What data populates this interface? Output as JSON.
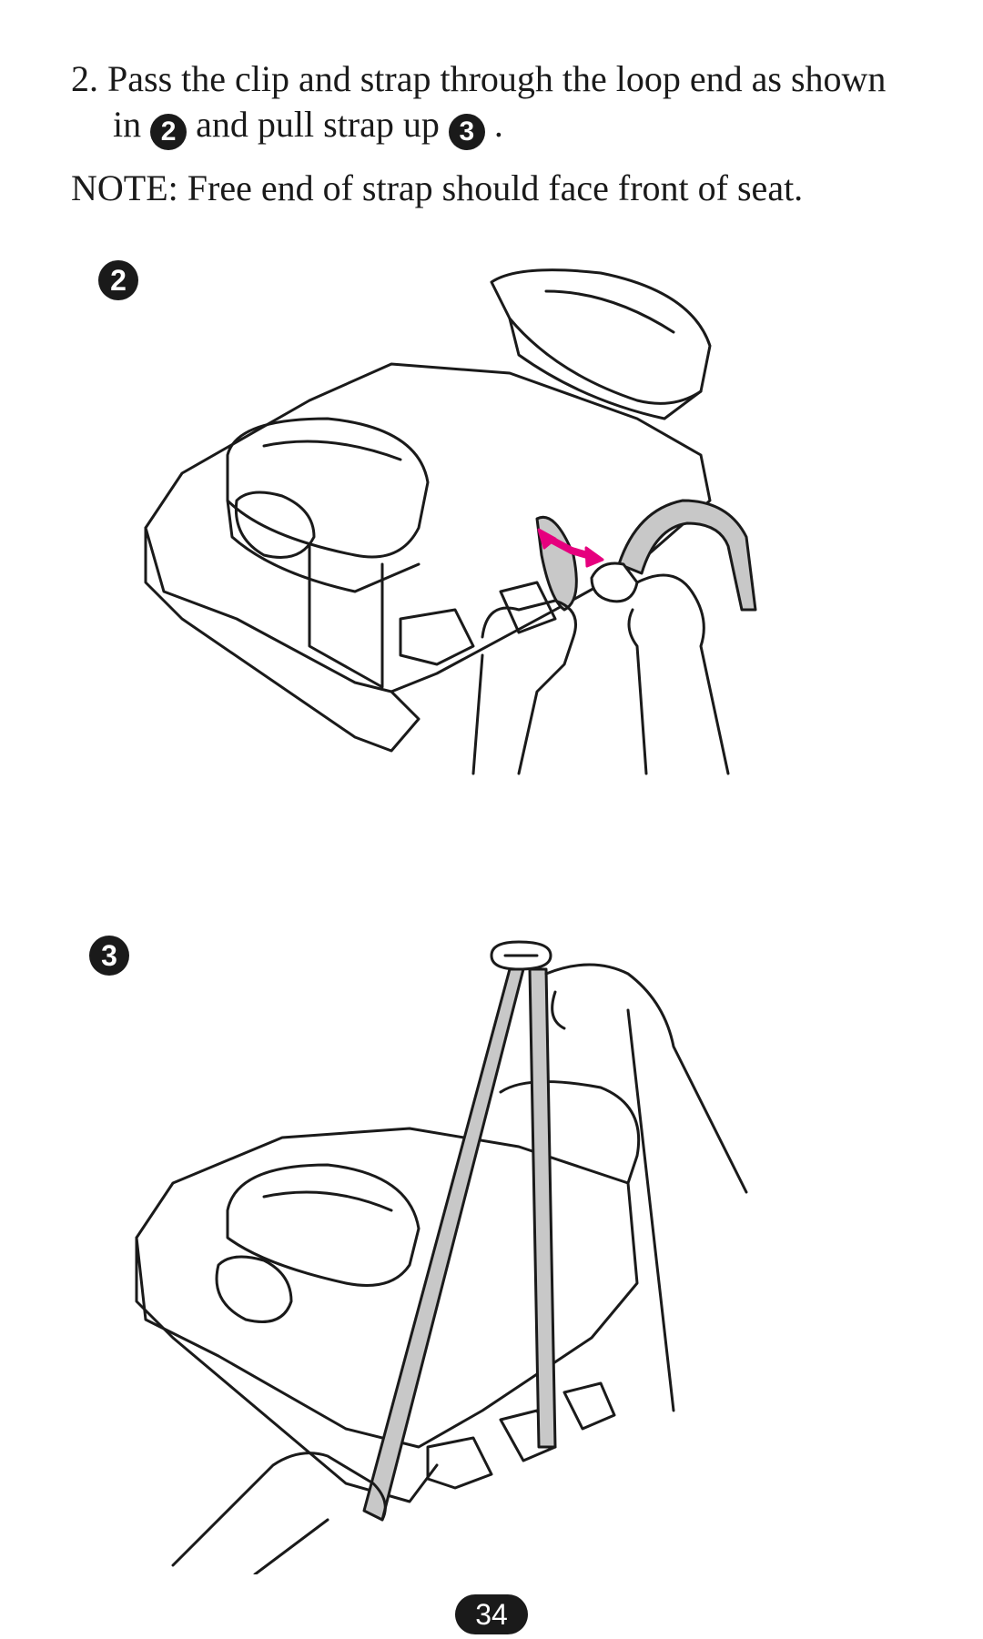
{
  "instruction": {
    "part1": "2. Pass the clip and strap through the loop end as shown",
    "part2": "in",
    "badge_a": "2",
    "part3": "and pull strap up",
    "badge_b": "3",
    "part4": "."
  },
  "note": "NOTE: Free end of strap should face front of seat.",
  "figures": [
    {
      "badge": "2"
    },
    {
      "badge": "3"
    }
  ],
  "page_number": "34",
  "colors": {
    "ink": "#1a1a1a",
    "strap": "#c8c8c8",
    "arrow": "#e6007e"
  }
}
